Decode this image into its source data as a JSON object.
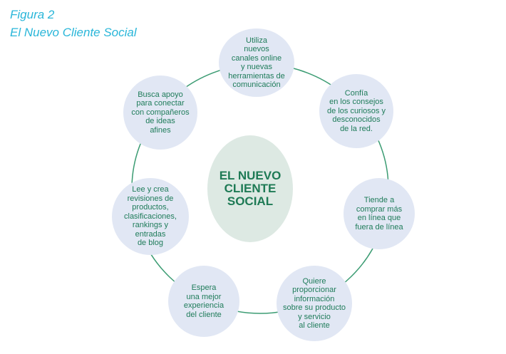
{
  "caption": {
    "number": "Figura 2",
    "title": "El Nuevo Cliente Social"
  },
  "colors": {
    "caption": "#29b6d9",
    "ring": "#3c9c73",
    "node_fill": "#e1e7f4",
    "node_text": "#1f7c5a",
    "center_fill": "#dde9e3",
    "center_text": "#1e7a55"
  },
  "center": {
    "label": "EL NUEVO\nCLIENTE\nSOCIAL"
  },
  "nodes": [
    {
      "text": "Utiliza\nnuevos\ncanales online\ny nuevas\nherramientas de\ncomunicación"
    },
    {
      "text": "Confía\nen los consejos\nde los curiosos y\ndesconocidos\nde la red."
    },
    {
      "text": "Tiende a\ncomprar más\nen línea que\nfuera de línea"
    },
    {
      "text": "Quiere\nproporcionar\ninformación\nsobre su producto\ny servicio\nal cliente"
    },
    {
      "text": "Espera\nuna mejor\nexperiencia\ndel cliente"
    },
    {
      "text": "Lee y crea\nrevisiones de\nproductos,\nclasificaciones,\nrankings y\nentradas\nde blog"
    },
    {
      "text": "Busca apoyo\npara conectar\ncon compañeros\nde ideas\nafines"
    }
  ]
}
